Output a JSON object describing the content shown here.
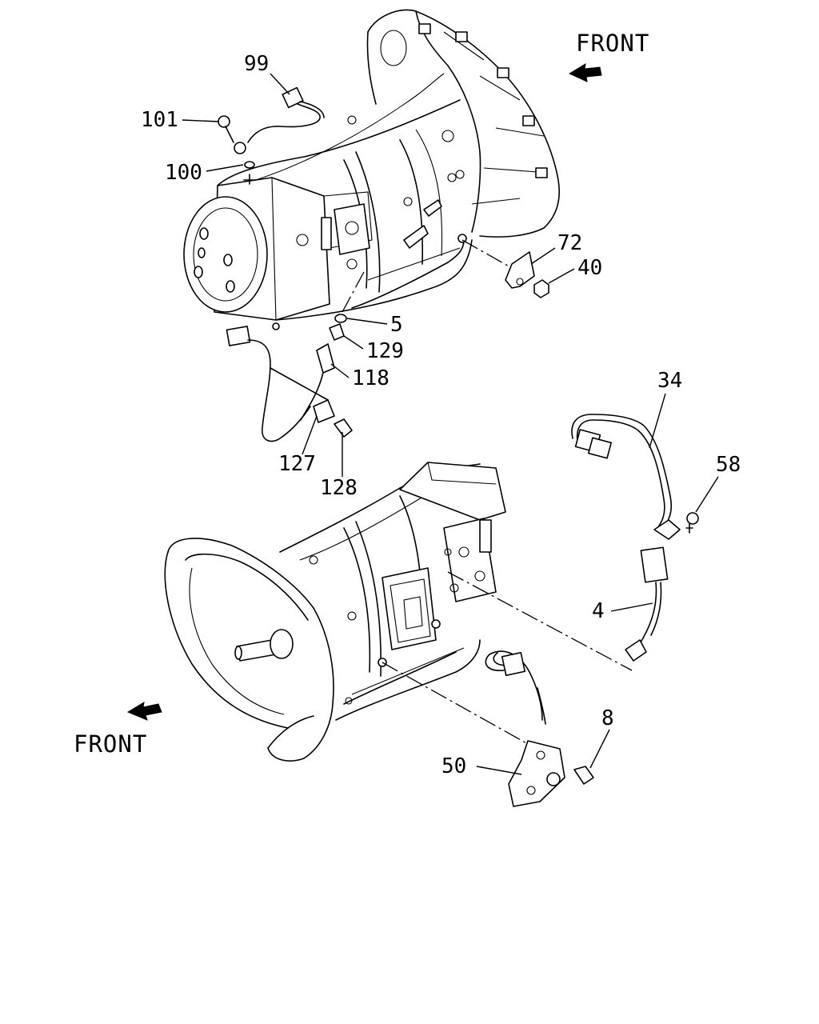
{
  "direction_labels": {
    "top": "FRONT",
    "bottom": "FRONT"
  },
  "callouts": [
    "99",
    "101",
    "100",
    "72",
    "40",
    "5",
    "129",
    "118",
    "127",
    "128",
    "34",
    "58",
    "4",
    "8",
    "50"
  ]
}
